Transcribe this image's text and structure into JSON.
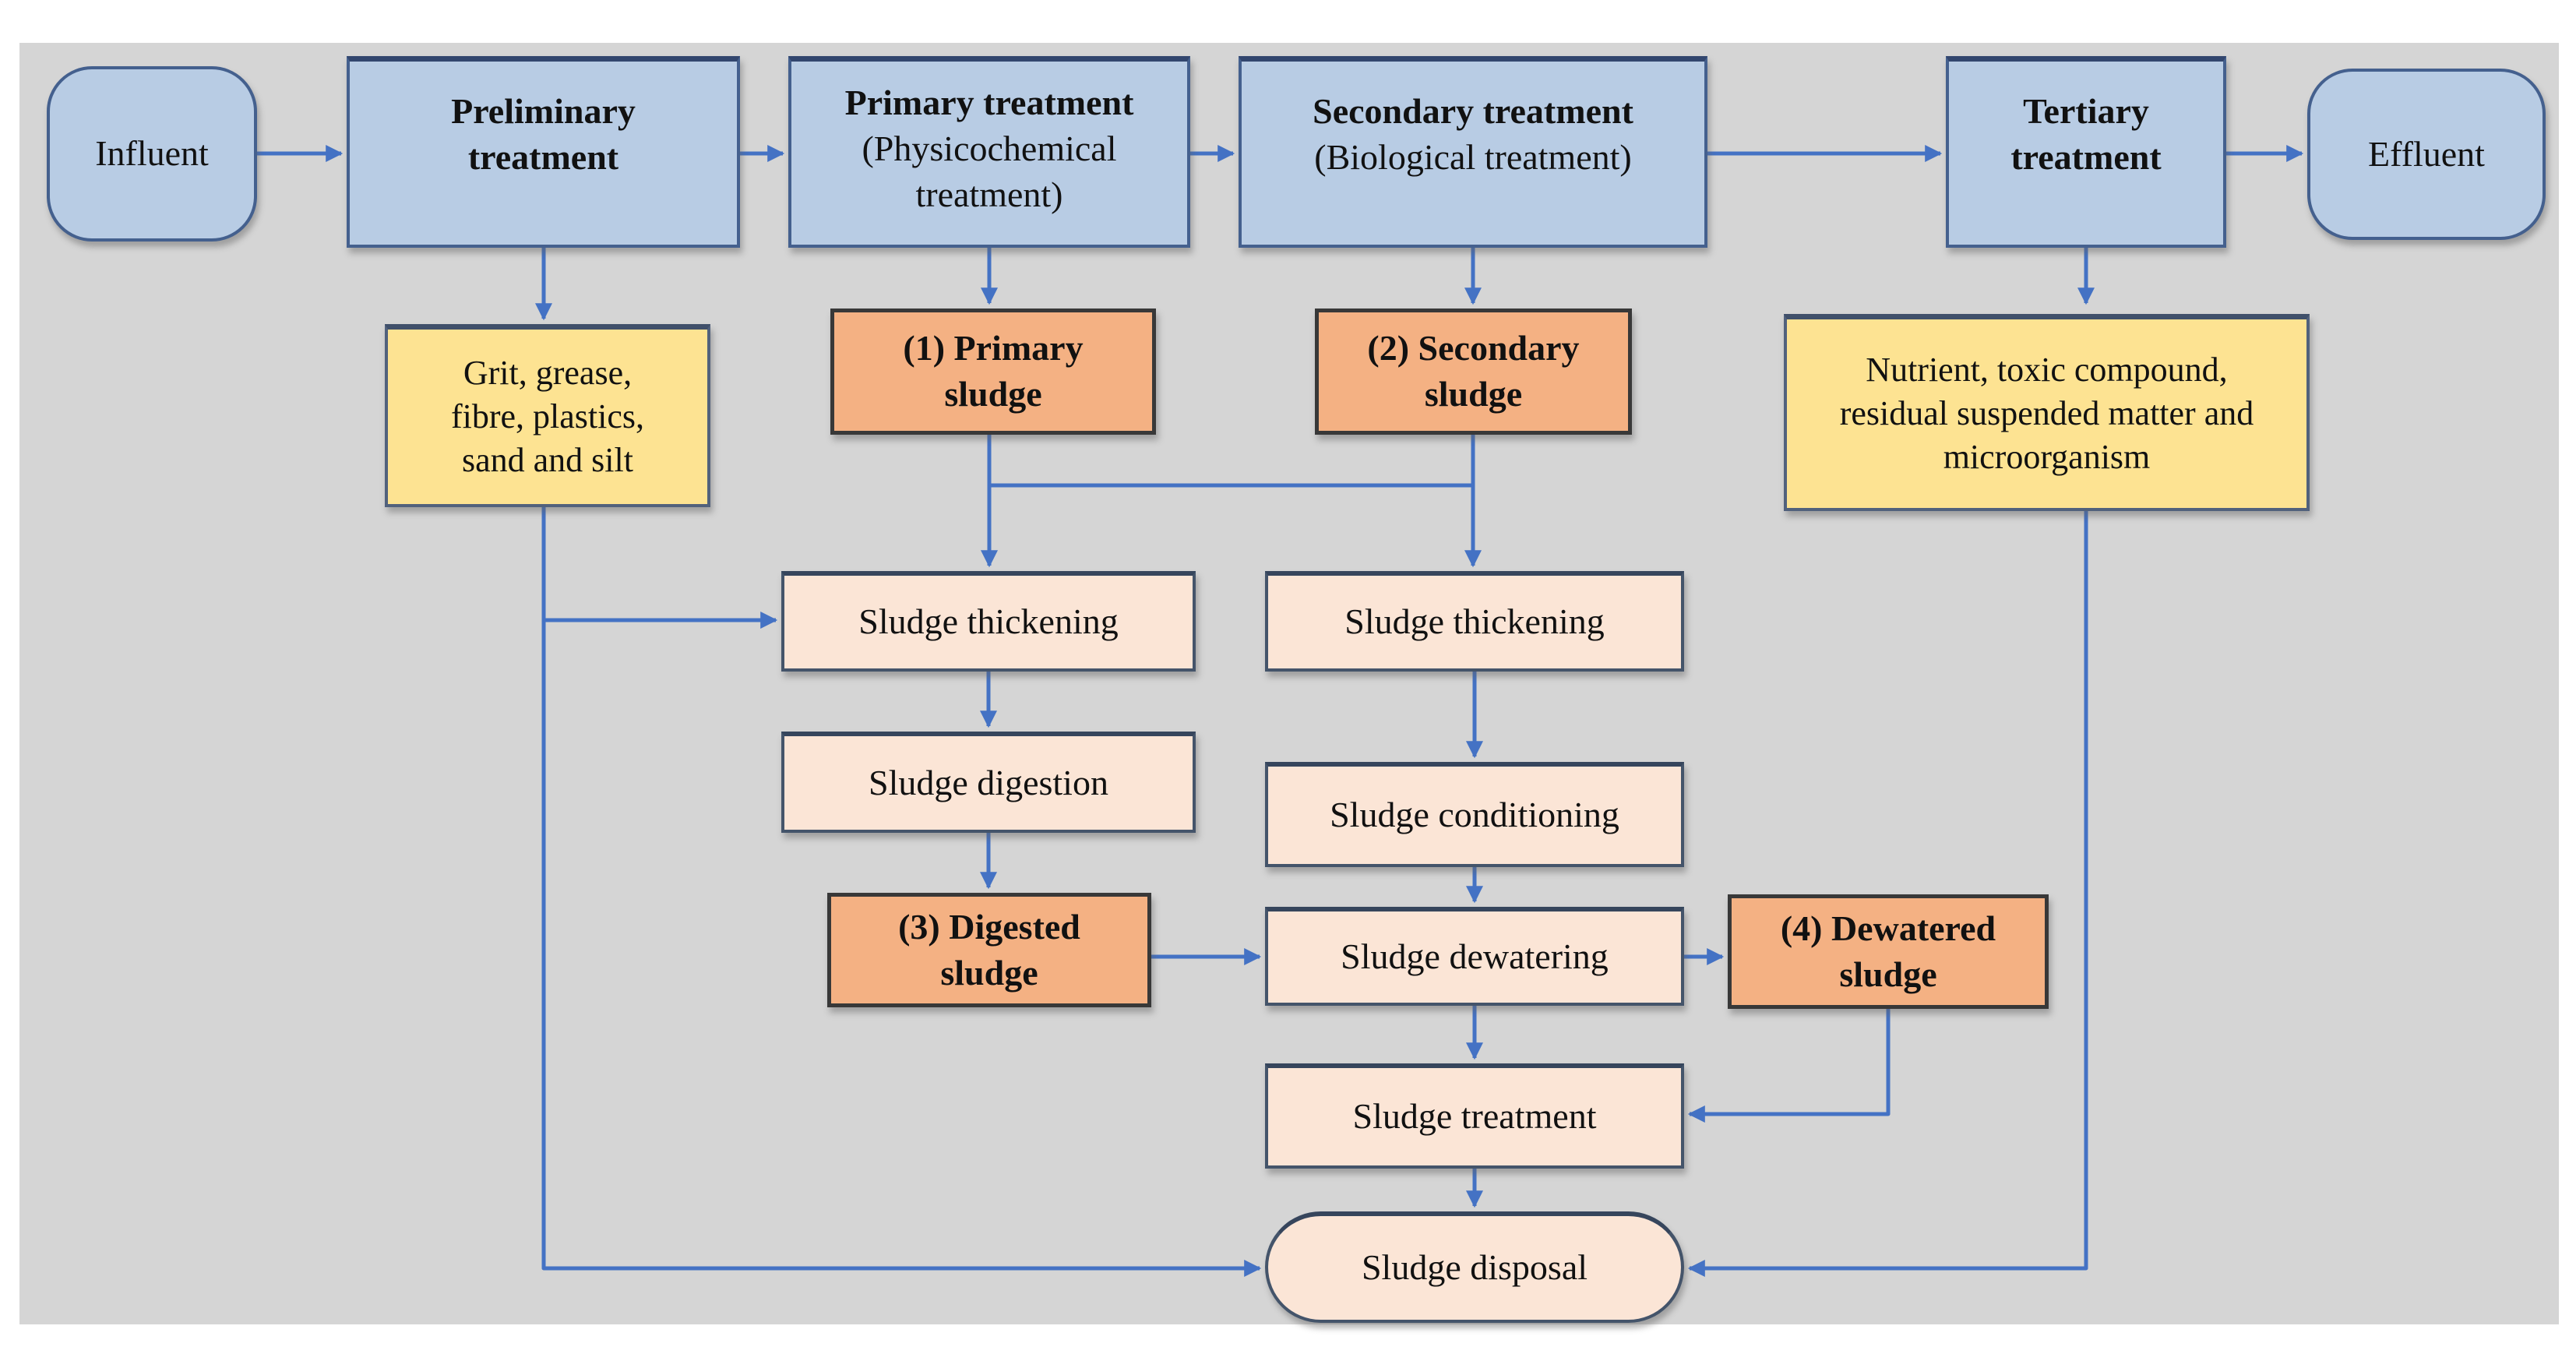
{
  "diagram": {
    "subject": "Wastewater treatment process flowchart",
    "colors": {
      "background": "#d5d5d5",
      "stage_fill": "#b8cce4",
      "stage_border": "#44608e",
      "byproduct_fill": "#fde392",
      "sludge_fill": "#f4b183",
      "sludge_border": "#383838",
      "process_fill": "#fbe5d6",
      "process_border": "#44546a",
      "arrow": "#4472c4",
      "text": "#111111"
    },
    "nodes": {
      "influent": {
        "label": "Influent"
      },
      "preliminary": {
        "label": "Preliminary\ntreatment"
      },
      "primary": {
        "label": "Primary treatment",
        "sublabel": "(Physicochemical\ntreatment)"
      },
      "secondary": {
        "label": "Secondary treatment",
        "sublabel": "(Biological treatment)"
      },
      "tertiary": {
        "label": "Tertiary\ntreatment"
      },
      "effluent": {
        "label": "Effluent"
      },
      "grit": {
        "label": "Grit, grease,\nfibre, plastics,\nsand and silt"
      },
      "nutrient": {
        "label": "Nutrient, toxic compound,\nresidual suspended matter and\nmicroorganism"
      },
      "primary_sludge": {
        "label": "(1)  Primary\nsludge"
      },
      "secondary_sludge": {
        "label": "(2) Secondary\nsludge"
      },
      "thickening_left": {
        "label": "Sludge thickening"
      },
      "thickening_right": {
        "label": "Sludge thickening"
      },
      "digestion": {
        "label": "Sludge digestion"
      },
      "conditioning": {
        "label": "Sludge conditioning"
      },
      "digested_sludge": {
        "label": "(3) Digested\nsludge"
      },
      "dewatering": {
        "label": "Sludge dewatering"
      },
      "dewatered_sludge": {
        "label": "(4) Dewatered\nsludge"
      },
      "treatment": {
        "label": "Sludge treatment"
      },
      "disposal": {
        "label": "Sludge disposal"
      }
    },
    "connections": [
      {
        "from": "influent",
        "to": "preliminary"
      },
      {
        "from": "preliminary",
        "to": "primary"
      },
      {
        "from": "primary",
        "to": "secondary"
      },
      {
        "from": "secondary",
        "to": "tertiary"
      },
      {
        "from": "tertiary",
        "to": "effluent"
      },
      {
        "from": "preliminary",
        "to": "grit"
      },
      {
        "from": "primary",
        "to": "primary_sludge"
      },
      {
        "from": "secondary",
        "to": "secondary_sludge"
      },
      {
        "from": "tertiary",
        "to": "nutrient"
      },
      {
        "from": "primary_sludge",
        "to": "thickening_left"
      },
      {
        "from": "primary_sludge",
        "to": "secondary_sludge_line_junction"
      },
      {
        "from": "secondary_sludge",
        "to": "thickening_right"
      },
      {
        "from": "grit",
        "to": "thickening_left"
      },
      {
        "from": "grit",
        "to": "disposal"
      },
      {
        "from": "thickening_left",
        "to": "digestion"
      },
      {
        "from": "thickening_right",
        "to": "conditioning"
      },
      {
        "from": "digestion",
        "to": "digested_sludge"
      },
      {
        "from": "conditioning",
        "to": "dewatering"
      },
      {
        "from": "digested_sludge",
        "to": "dewatering"
      },
      {
        "from": "dewatering",
        "to": "dewatered_sludge"
      },
      {
        "from": "dewatering",
        "to": "treatment"
      },
      {
        "from": "dewatered_sludge",
        "to": "treatment"
      },
      {
        "from": "treatment",
        "to": "disposal"
      },
      {
        "from": "nutrient",
        "to": "disposal"
      }
    ]
  }
}
